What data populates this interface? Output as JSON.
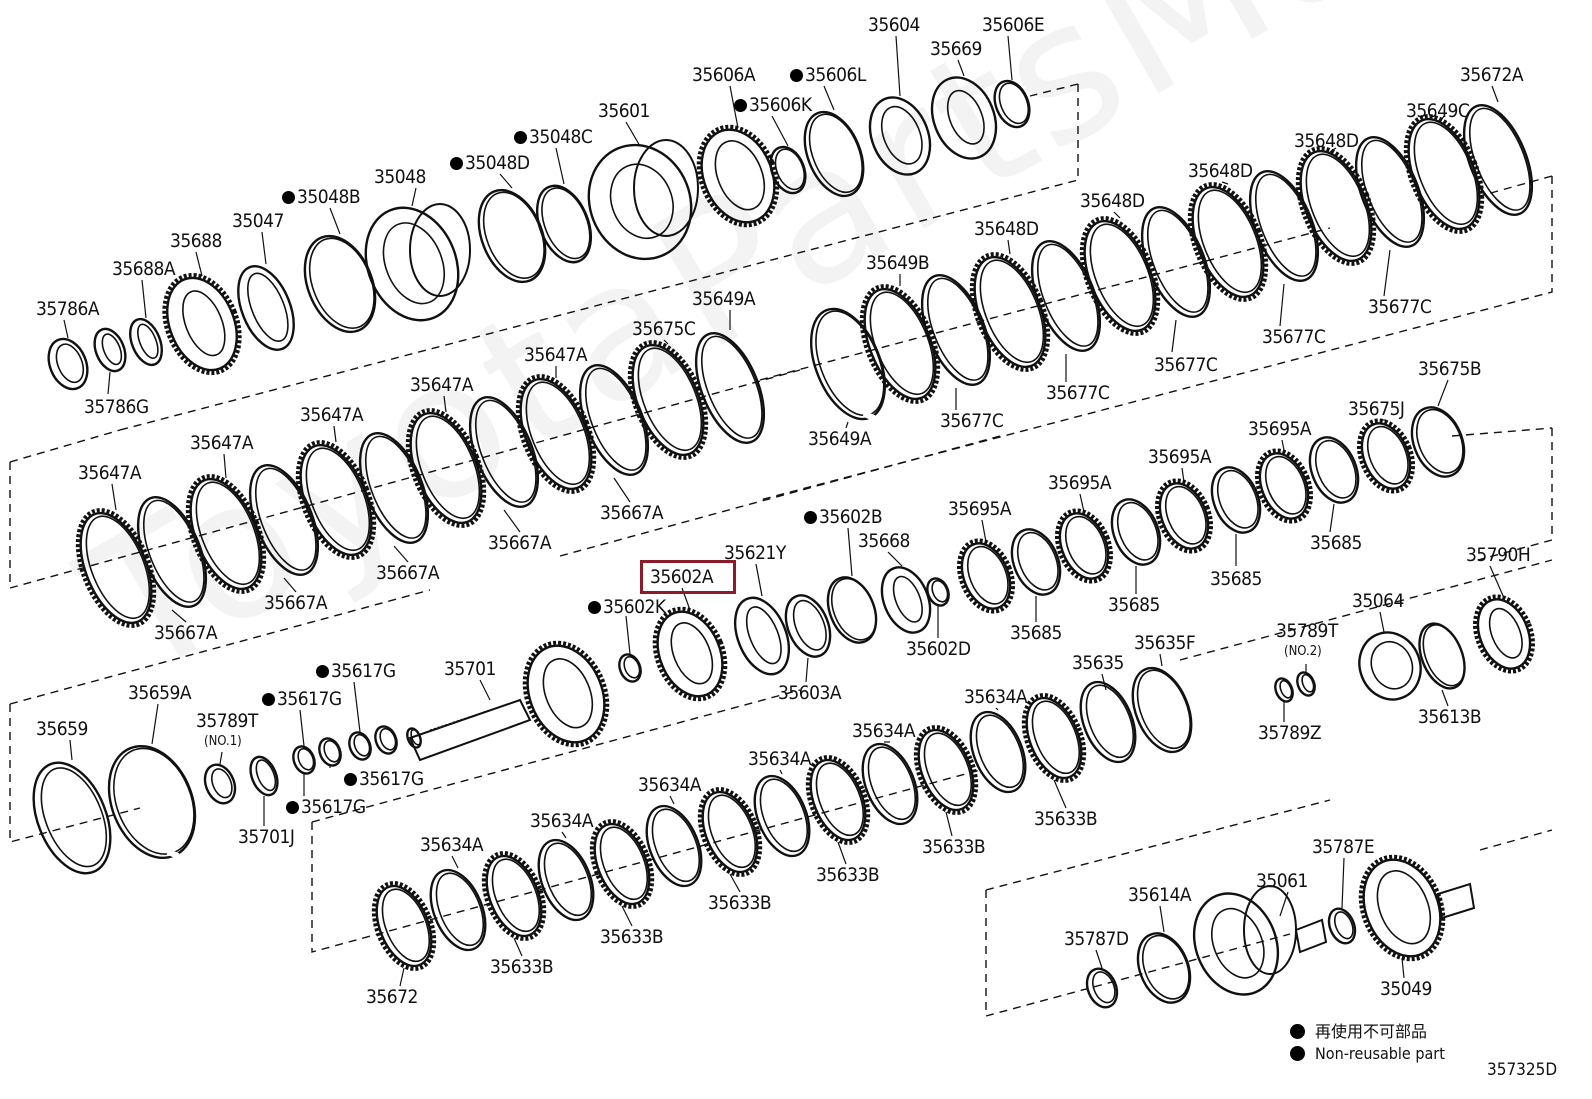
{
  "watermark": "ToyotaPartsMarket",
  "diagram_code": "357325D",
  "highlighted_part": "35602A",
  "legend": {
    "ja": "再使用不可部品",
    "en": "Non-reusable part"
  },
  "parts": [
    {
      "no": "35604",
      "nr": false
    },
    {
      "no": "35606E",
      "nr": false
    },
    {
      "no": "35669",
      "nr": false
    },
    {
      "no": "35606A",
      "nr": false
    },
    {
      "no": "35606L",
      "nr": true
    },
    {
      "no": "35606K",
      "nr": true
    },
    {
      "no": "35601",
      "nr": false
    },
    {
      "no": "35048C",
      "nr": true
    },
    {
      "no": "35048",
      "nr": false
    },
    {
      "no": "35048D",
      "nr": true
    },
    {
      "no": "35048B",
      "nr": true
    },
    {
      "no": "35047",
      "nr": false
    },
    {
      "no": "35688",
      "nr": false
    },
    {
      "no": "35688A",
      "nr": false
    },
    {
      "no": "35786A",
      "nr": false
    },
    {
      "no": "35786G",
      "nr": false
    },
    {
      "no": "35672A",
      "nr": false
    },
    {
      "no": "35649C",
      "nr": false
    },
    {
      "no": "35648D",
      "nr": false
    },
    {
      "no": "35648D",
      "nr": false
    },
    {
      "no": "35648D",
      "nr": false
    },
    {
      "no": "35648D",
      "nr": false
    },
    {
      "no": "35649B",
      "nr": false
    },
    {
      "no": "35677C",
      "nr": false
    },
    {
      "no": "35677C",
      "nr": false
    },
    {
      "no": "35677C",
      "nr": false
    },
    {
      "no": "35677C",
      "nr": false
    },
    {
      "no": "35677C",
      "nr": false
    },
    {
      "no": "35649A",
      "nr": false
    },
    {
      "no": "35649A",
      "nr": false
    },
    {
      "no": "35675C",
      "nr": false
    },
    {
      "no": "35647A",
      "nr": false
    },
    {
      "no": "35647A",
      "nr": false
    },
    {
      "no": "35647A",
      "nr": false
    },
    {
      "no": "35647A",
      "nr": false
    },
    {
      "no": "35647A",
      "nr": false
    },
    {
      "no": "35667A",
      "nr": false
    },
    {
      "no": "35667A",
      "nr": false
    },
    {
      "no": "35667A",
      "nr": false
    },
    {
      "no": "35667A",
      "nr": false
    },
    {
      "no": "35667A",
      "nr": false
    },
    {
      "no": "35675B",
      "nr": false
    },
    {
      "no": "35675J",
      "nr": false
    },
    {
      "no": "35695A",
      "nr": false
    },
    {
      "no": "35695A",
      "nr": false
    },
    {
      "no": "35695A",
      "nr": false
    },
    {
      "no": "35695A",
      "nr": false
    },
    {
      "no": "35685",
      "nr": false
    },
    {
      "no": "35685",
      "nr": false
    },
    {
      "no": "35685",
      "nr": false
    },
    {
      "no": "35685",
      "nr": false
    },
    {
      "no": "35602B",
      "nr": true
    },
    {
      "no": "35668",
      "nr": false
    },
    {
      "no": "35621Y",
      "nr": false
    },
    {
      "no": "35602A",
      "nr": false
    },
    {
      "no": "35602K",
      "nr": true
    },
    {
      "no": "35602D",
      "nr": false
    },
    {
      "no": "35603A",
      "nr": false
    },
    {
      "no": "35790H",
      "nr": false
    },
    {
      "no": "35064",
      "nr": false
    },
    {
      "no": "35789T",
      "nr": false,
      "note": "(NO.2)"
    },
    {
      "no": "35613B",
      "nr": false
    },
    {
      "no": "35789Z",
      "nr": false
    },
    {
      "no": "35701",
      "nr": false
    },
    {
      "no": "35617G",
      "nr": true
    },
    {
      "no": "35617G",
      "nr": true
    },
    {
      "no": "35617G",
      "nr": true
    },
    {
      "no": "35617G",
      "nr": true
    },
    {
      "no": "35659A",
      "nr": false
    },
    {
      "no": "35659",
      "nr": false
    },
    {
      "no": "35789T",
      "nr": false,
      "note": "(NO.1)"
    },
    {
      "no": "35701J",
      "nr": false
    },
    {
      "no": "35635F",
      "nr": false
    },
    {
      "no": "35635",
      "nr": false
    },
    {
      "no": "35634A",
      "nr": false
    },
    {
      "no": "35634A",
      "nr": false
    },
    {
      "no": "35634A",
      "nr": false
    },
    {
      "no": "35634A",
      "nr": false
    },
    {
      "no": "35634A",
      "nr": false
    },
    {
      "no": "35634A",
      "nr": false
    },
    {
      "no": "35633B",
      "nr": false
    },
    {
      "no": "35633B",
      "nr": false
    },
    {
      "no": "35633B",
      "nr": false
    },
    {
      "no": "35633B",
      "nr": false
    },
    {
      "no": "35633B",
      "nr": false
    },
    {
      "no": "35633B",
      "nr": false
    },
    {
      "no": "35672",
      "nr": false
    },
    {
      "no": "35787E",
      "nr": false
    },
    {
      "no": "35061",
      "nr": false
    },
    {
      "no": "35614A",
      "nr": false
    },
    {
      "no": "35787D",
      "nr": false
    },
    {
      "no": "35049",
      "nr": false
    }
  ]
}
